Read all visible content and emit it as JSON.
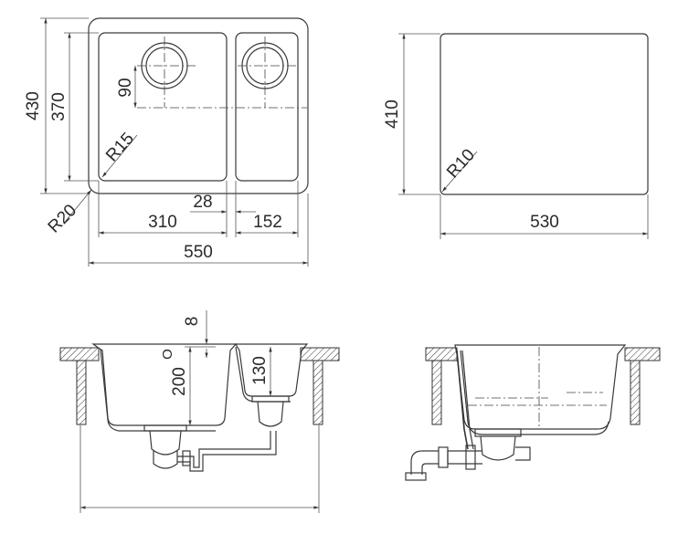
{
  "top_view_left": {
    "dims": {
      "overall_height": "430",
      "inner_height": "370",
      "drain_offset": "90",
      "corner_inner": "R15",
      "corner_outer": "R20",
      "bowl_big_width": "310",
      "divider_width": "28",
      "bowl_small_width": "152",
      "overall_width": "550"
    }
  },
  "top_view_right": {
    "dims": {
      "height": "410",
      "corner": "R10",
      "width": "530"
    }
  },
  "section_left": {
    "dims": {
      "rim_offset": "8",
      "depth_big": "200",
      "depth_big_symbol": "O",
      "depth_small": "130"
    }
  }
}
